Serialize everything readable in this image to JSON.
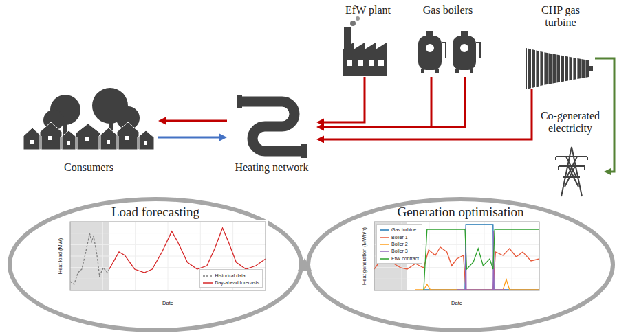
{
  "diagram": {
    "nodes": [
      {
        "text": [
          "EfW plant"
        ]
      },
      {
        "text": [
          "Gas boilers"
        ]
      },
      {
        "text": [
          "CHP gas turbine"
        ]
      },
      {
        "text": [
          "Consumers"
        ]
      },
      {
        "text": [
          "Heating network"
        ]
      },
      {
        "text": [
          "Co-generated electricity"
        ]
      },
      {
        "text": [
          "Load forecasting"
        ]
      },
      {
        "text": [
          "Heat load (MW)",
          "Date"
        ],
        "in": 6
      },
      {
        "text": [
          "Generation optimisation"
        ]
      },
      {
        "text": [
          "Heat generation (MWh/h)",
          "Date"
        ],
        "in": 8
      }
    ],
    "edges": [
      {
        "from": 4,
        "to": 3,
        "arrow": "to"
      },
      {
        "from": 3,
        "to": 4,
        "arrow": "to"
      },
      {
        "from": 0,
        "to": 4,
        "arrow": "to"
      },
      {
        "from": 1,
        "to": 4,
        "arrow": "to"
      },
      {
        "from": 2,
        "to": 4,
        "arrow": "to"
      },
      {
        "from": 2,
        "to": 5,
        "arrow": "to"
      }
    ],
    "legend": [
      {
        "text": "Historical data"
      },
      {
        "text": "Day-ahead forecasts"
      },
      {
        "text": "Gas turbine"
      },
      {
        "text": "Boiler 1"
      },
      {
        "text": "Boiler 2"
      },
      {
        "text": "Boiler 3"
      },
      {
        "text": "EfW contract"
      }
    ]
  }
}
